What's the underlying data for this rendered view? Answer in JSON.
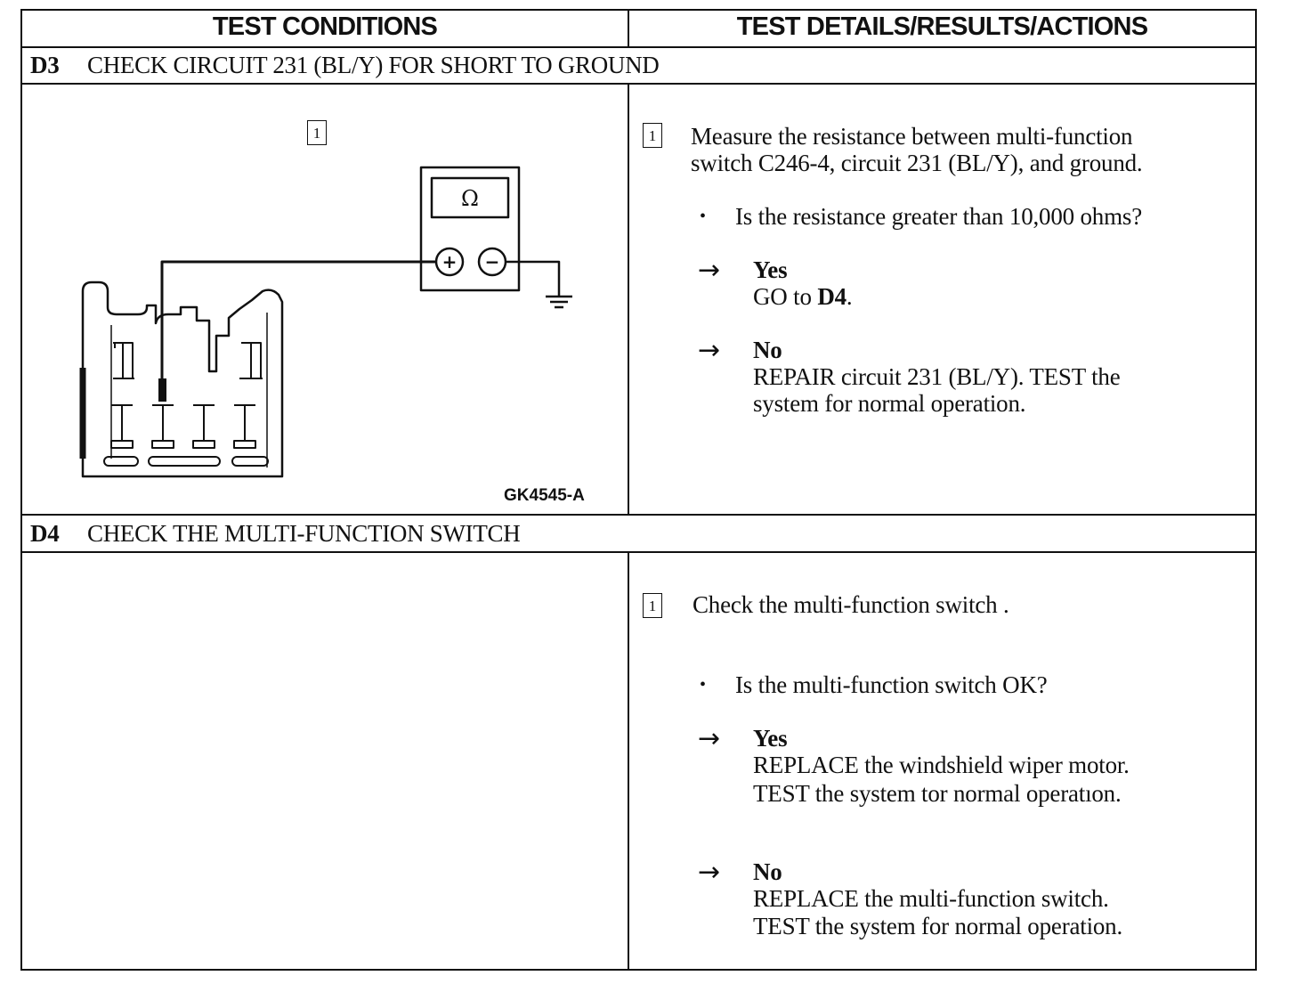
{
  "table": {
    "header_left": "TEST CONDITIONS",
    "header_right": "TEST DETAILS/RESULTS/ACTIONS"
  },
  "d3": {
    "code": "D3",
    "title": "CHECK CIRCUIT 231 (BL/Y) FOR SHORT TO GROUND",
    "figure": {
      "step_number": "1",
      "meter_symbol": "Ω",
      "plus_symbol": "+",
      "minus_symbol": "−",
      "figure_id": "GK4545-A"
    },
    "step": {
      "number": "1",
      "instruction_line1": "Measure the resistance between multi-function",
      "instruction_line2": "switch C246-4, circuit 231 (BL/Y), and ground.",
      "question": "Is the resistance greater than 10,000 ohms?",
      "yes_label": "Yes",
      "yes_action_prefix": "GO to ",
      "yes_action_target": "D4",
      "yes_action_suffix": ".",
      "no_label": "No",
      "no_action_line1": "REPAIR circuit 231 (BL/Y). TEST the",
      "no_action_line2": "system for normal operation."
    }
  },
  "d4": {
    "code": "D4",
    "title": "CHECK THE MULTI-FUNCTION SWITCH",
    "step": {
      "number": "1",
      "instruction": "Check the multi-function switch .",
      "question": "Is the multi-function switch OK?",
      "yes_label": "Yes",
      "yes_action_line1": "REPLACE the windshield wiper motor.",
      "yes_action_line2": "TEST the system tor normal operatıon.",
      "no_label": "No",
      "no_action_line1": "REPLACE the multi-function switch.",
      "no_action_line2": "TEST the system for normal operation."
    }
  },
  "glyphs": {
    "bullet": "•",
    "arrow": "→"
  }
}
